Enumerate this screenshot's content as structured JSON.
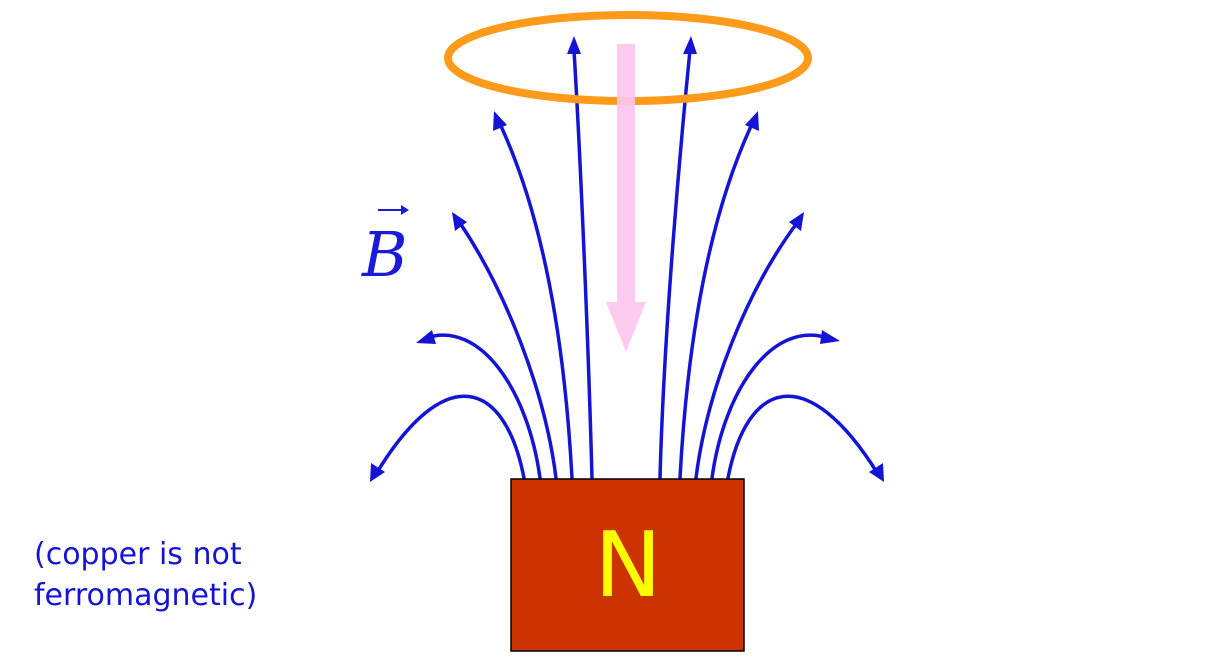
{
  "magnet": {
    "pole_label": "N",
    "fill_color": "#cc3300",
    "label_color": "#ffff00"
  },
  "field_label": "B",
  "note": {
    "line1": "(copper is not",
    "line2": "ferromagnetic)"
  },
  "colors": {
    "field_lines": "#1414d2",
    "copper_ring": "#ff9a1a",
    "induced_field_arrow": "#ffc6ee",
    "note_text": "#1414d2"
  }
}
